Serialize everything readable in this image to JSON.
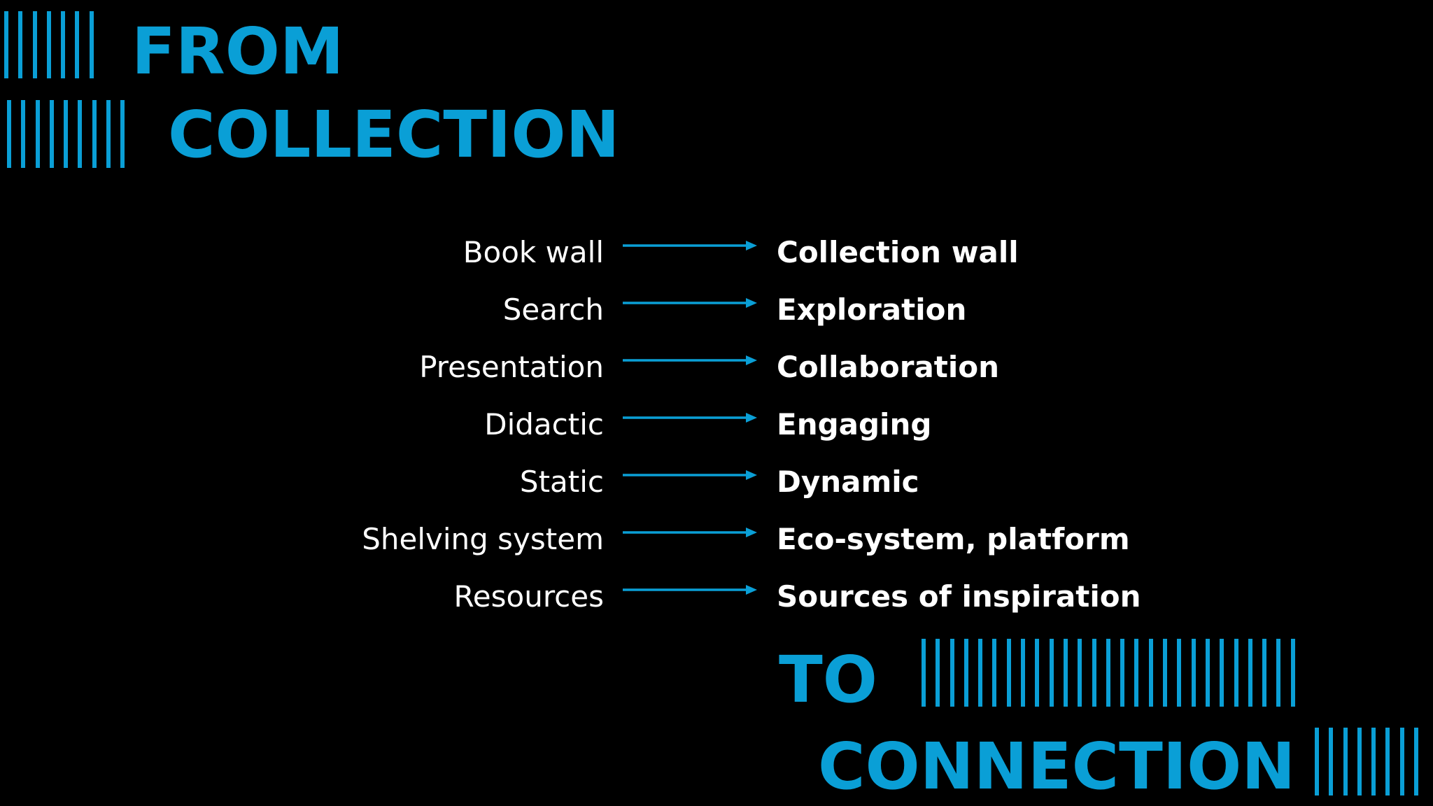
{
  "headings": {
    "from": "FROM",
    "collection": "COLLECTION",
    "to": "TO",
    "connection": "CONNECTION"
  },
  "rows": [
    {
      "from": "Book wall",
      "to": "Collection wall"
    },
    {
      "from": "Search",
      "to": "Exploration"
    },
    {
      "from": "Presentation",
      "to": "Collaboration"
    },
    {
      "from": "Didactic",
      "to": "Engaging"
    },
    {
      "from": "Static",
      "to": "Dynamic"
    },
    {
      "from": "Shelving system",
      "to": "Eco-system, platform"
    },
    {
      "from": "Resources",
      "to": "Sources of inspiration"
    }
  ],
  "colors": {
    "background": "#000000",
    "accent": "#0a9fd6",
    "text": "#ffffff"
  }
}
